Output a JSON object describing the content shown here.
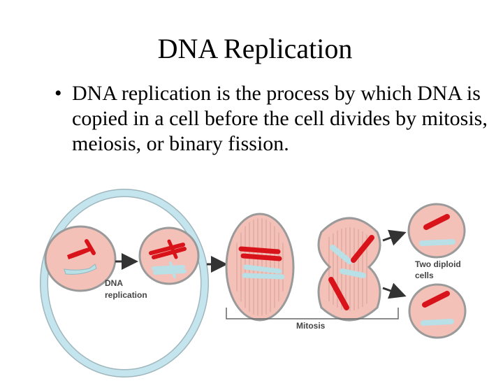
{
  "slide": {
    "title": "DNA Replication",
    "bullet_marker": "•",
    "bullet_text": "DNA replication is the process by which DNA is copied in a cell before the cell divides by mitosis, meiosis, or binary fission."
  },
  "diagram": {
    "label_dna": "DNA",
    "label_replication": "replication",
    "label_two_diploid": "Two diploid",
    "label_cells": "cells",
    "label_mitosis": "Mitosis",
    "colors": {
      "cell_fill": "#f3c1b8",
      "cell_stroke": "#9a9a9a",
      "red_chromosome": "#d8141a",
      "blue_chromosome": "#b8e0e6",
      "highlight_ring": "#bfe3ec"
    }
  }
}
